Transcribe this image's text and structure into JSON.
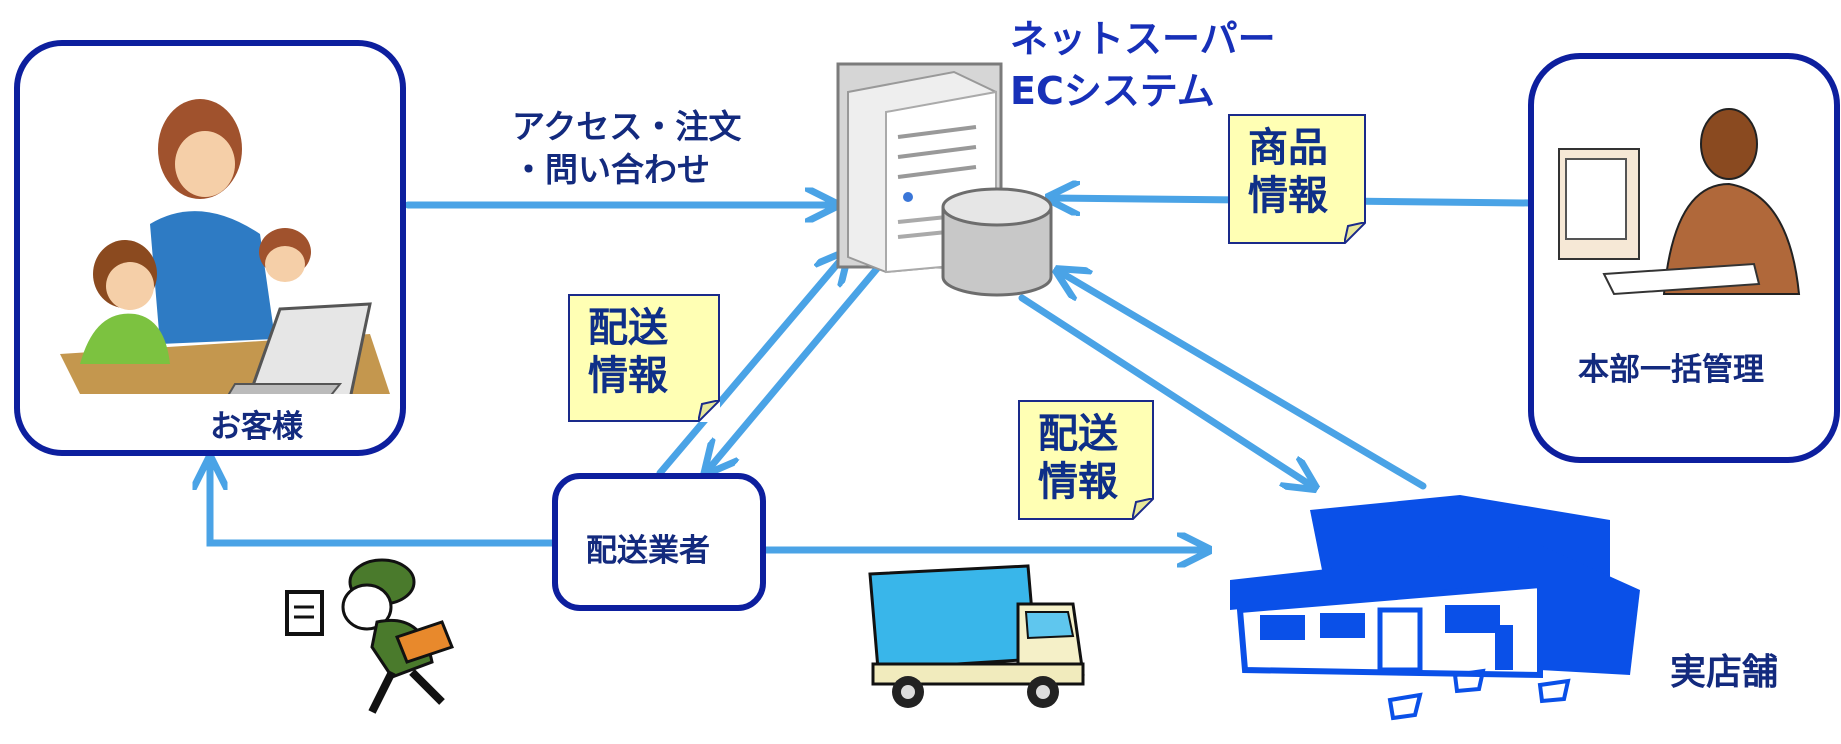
{
  "system": {
    "title_line1": "ネットスーパー",
    "title_line2": "ECシステム"
  },
  "customer": {
    "label": "お客様"
  },
  "hq": {
    "label": "本部一括管理"
  },
  "store": {
    "label": "実店舗"
  },
  "carrier": {
    "label": "配送業者"
  },
  "flows": {
    "access_line1": "アクセス・注文",
    "access_line2": "・問い合わせ"
  },
  "notes": {
    "product": [
      "商品",
      "情報"
    ],
    "delivery_left": [
      "配送",
      "情報"
    ],
    "delivery_center": [
      "配送",
      "情報"
    ]
  },
  "colors": {
    "box_border": "#0d1f9e",
    "arrow": "#4aa3e6",
    "note_fill": "#ffffb4",
    "store_blue": "#0a50e8",
    "text": "#132a7e"
  }
}
